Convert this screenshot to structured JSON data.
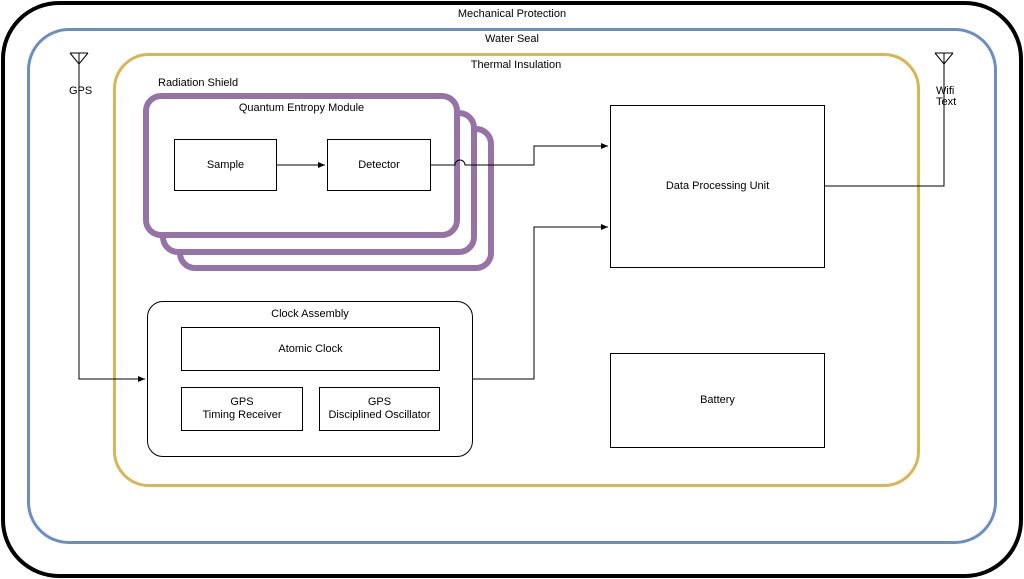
{
  "containers": {
    "mechanical": "Mechanical Protection",
    "water": "Water Seal",
    "thermal": "Thermal Insulation",
    "radiation": "Radiation Shield"
  },
  "module": {
    "title": "Quantum Entropy Module",
    "sample": "Sample",
    "detector": "Detector"
  },
  "clock": {
    "title": "Clock Assembly",
    "atomic": "Atomic Clock",
    "gps_receiver_line1": "GPS",
    "gps_receiver_line2": "Timing Receiver",
    "gps_osc_line1": "GPS",
    "gps_osc_line2": "Disciplined Oscillator"
  },
  "dpu": "Data Processing Unit",
  "battery": "Battery",
  "antennas": {
    "gps": "GPS",
    "wifi_line1": "Wifi",
    "wifi_line2": "Text"
  },
  "colors": {
    "mechanical": "#000000",
    "water": "#6c8ebf",
    "thermal": "#d6b656",
    "radiation": "#9673a6"
  }
}
